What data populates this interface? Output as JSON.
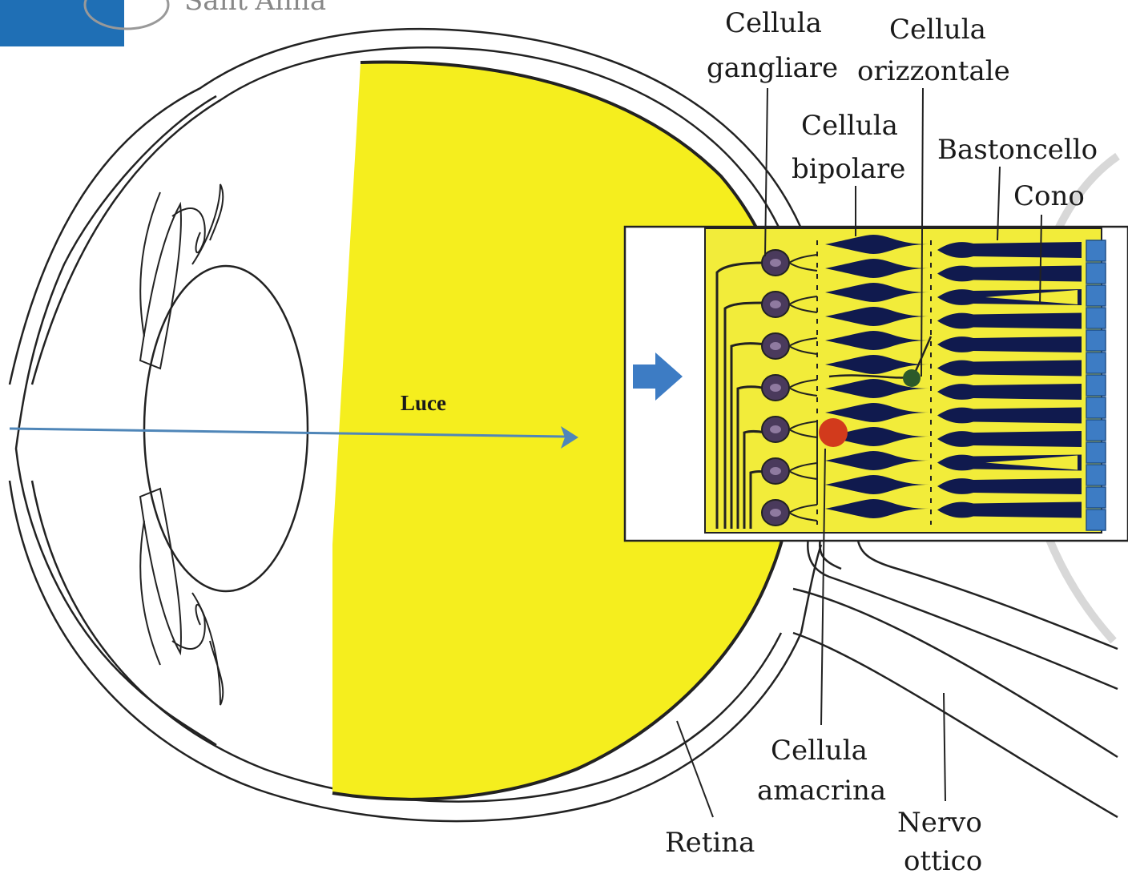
{
  "header": {
    "logo_text": "Sant'Anna",
    "logo_badge": "",
    "brand_color": "#1f6fb5"
  },
  "diagram": {
    "labels": {
      "luce": "Luce",
      "ganglion_l1": "Cellula",
      "ganglion_l2": "gangliare",
      "horizontal_l1": "Cellula",
      "horizontal_l2": "orizzontale",
      "bipolar_l1": "Cellula",
      "bipolar_l2": "bipolare",
      "rod": "Bastoncello",
      "cone": "Cono",
      "amacrine_l1": "Cellula",
      "amacrine_l2": "amacrina",
      "retina": "Retina",
      "optic_l1": "Nervo",
      "optic_l2": "ottico"
    },
    "colors": {
      "vitreous": "#f5ee1e",
      "retina_panel": "#f2ec3a",
      "photoreceptor": "#101a4e",
      "pigment": "#3d7cc4",
      "ganglion_cell": "#4a3a5c",
      "amacrine_cell": "#d23a1c",
      "horizontal_cell": "#2d5a2a",
      "light_ray": "#4f86b8"
    }
  }
}
